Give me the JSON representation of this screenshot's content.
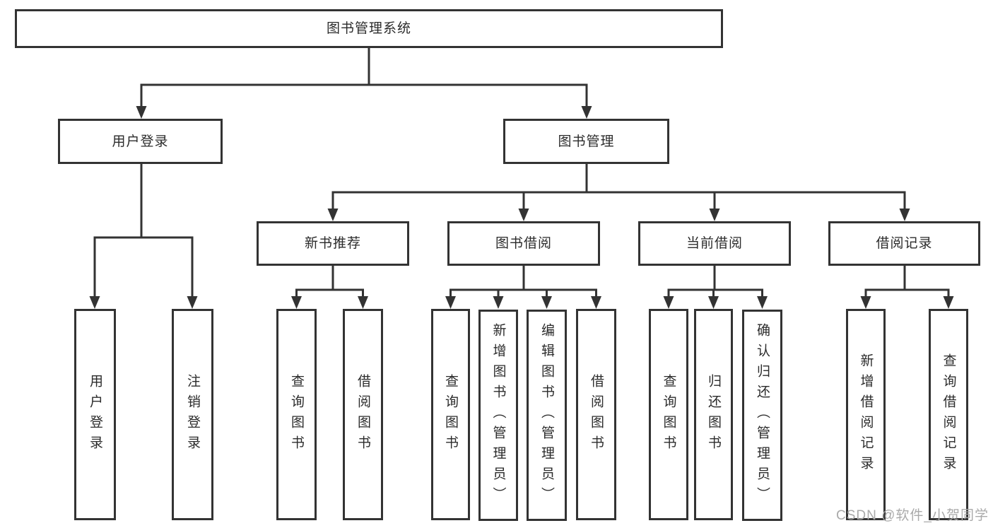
{
  "page_title": "图书管理系统",
  "tree": {
    "root": {
      "label": "图书管理系统"
    },
    "branches": [
      {
        "label": "用户登录",
        "children": [
          "用户登录",
          "注销登录"
        ]
      },
      {
        "label": "图书管理",
        "groups": [
          {
            "label": "新书推荐",
            "children": [
              "查询图书",
              "借阅图书"
            ]
          },
          {
            "label": "图书借阅",
            "children": [
              "查询图书",
              "新增图书（管理员）",
              "编辑图书（管理员）",
              "借阅图书"
            ]
          },
          {
            "label": "当前借阅",
            "children": [
              "查询图书",
              "归还图书",
              "确认归还（管理员）"
            ]
          },
          {
            "label": "借阅记录",
            "children": [
              "新增借阅记录",
              "查询借阅记录"
            ]
          }
        ]
      }
    ]
  },
  "watermark": {
    "text": "CSDN @软件_小贺同学"
  },
  "colors": {
    "line": "#333333",
    "text": "#2b2b2b",
    "watermark": "#aaaaaa",
    "background": "#ffffff"
  }
}
